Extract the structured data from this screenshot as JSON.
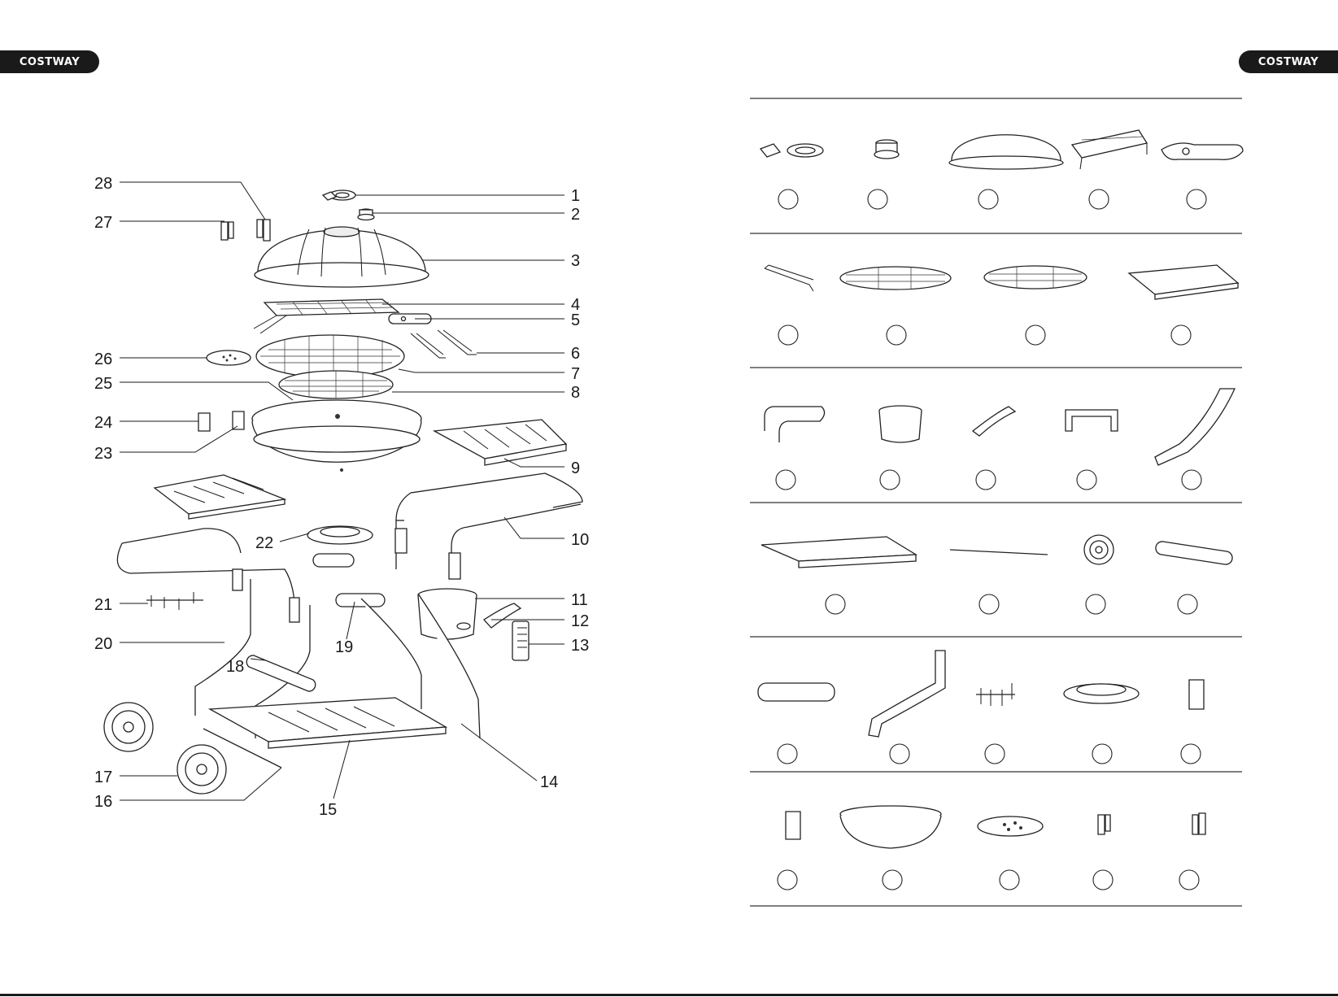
{
  "header": {
    "brand_left": "COSTWAY",
    "brand_right": "COSTWAY"
  },
  "callouts": [
    "1",
    "2",
    "3",
    "4",
    "5",
    "6",
    "7",
    "8",
    "9",
    "10",
    "11",
    "12",
    "13",
    "14",
    "15",
    "16",
    "17",
    "18",
    "19",
    "20",
    "21",
    "22",
    "23",
    "24",
    "25",
    "26",
    "27",
    "28"
  ],
  "parts_table": {
    "rows": [
      5,
      4,
      5,
      4,
      5,
      5
    ]
  }
}
